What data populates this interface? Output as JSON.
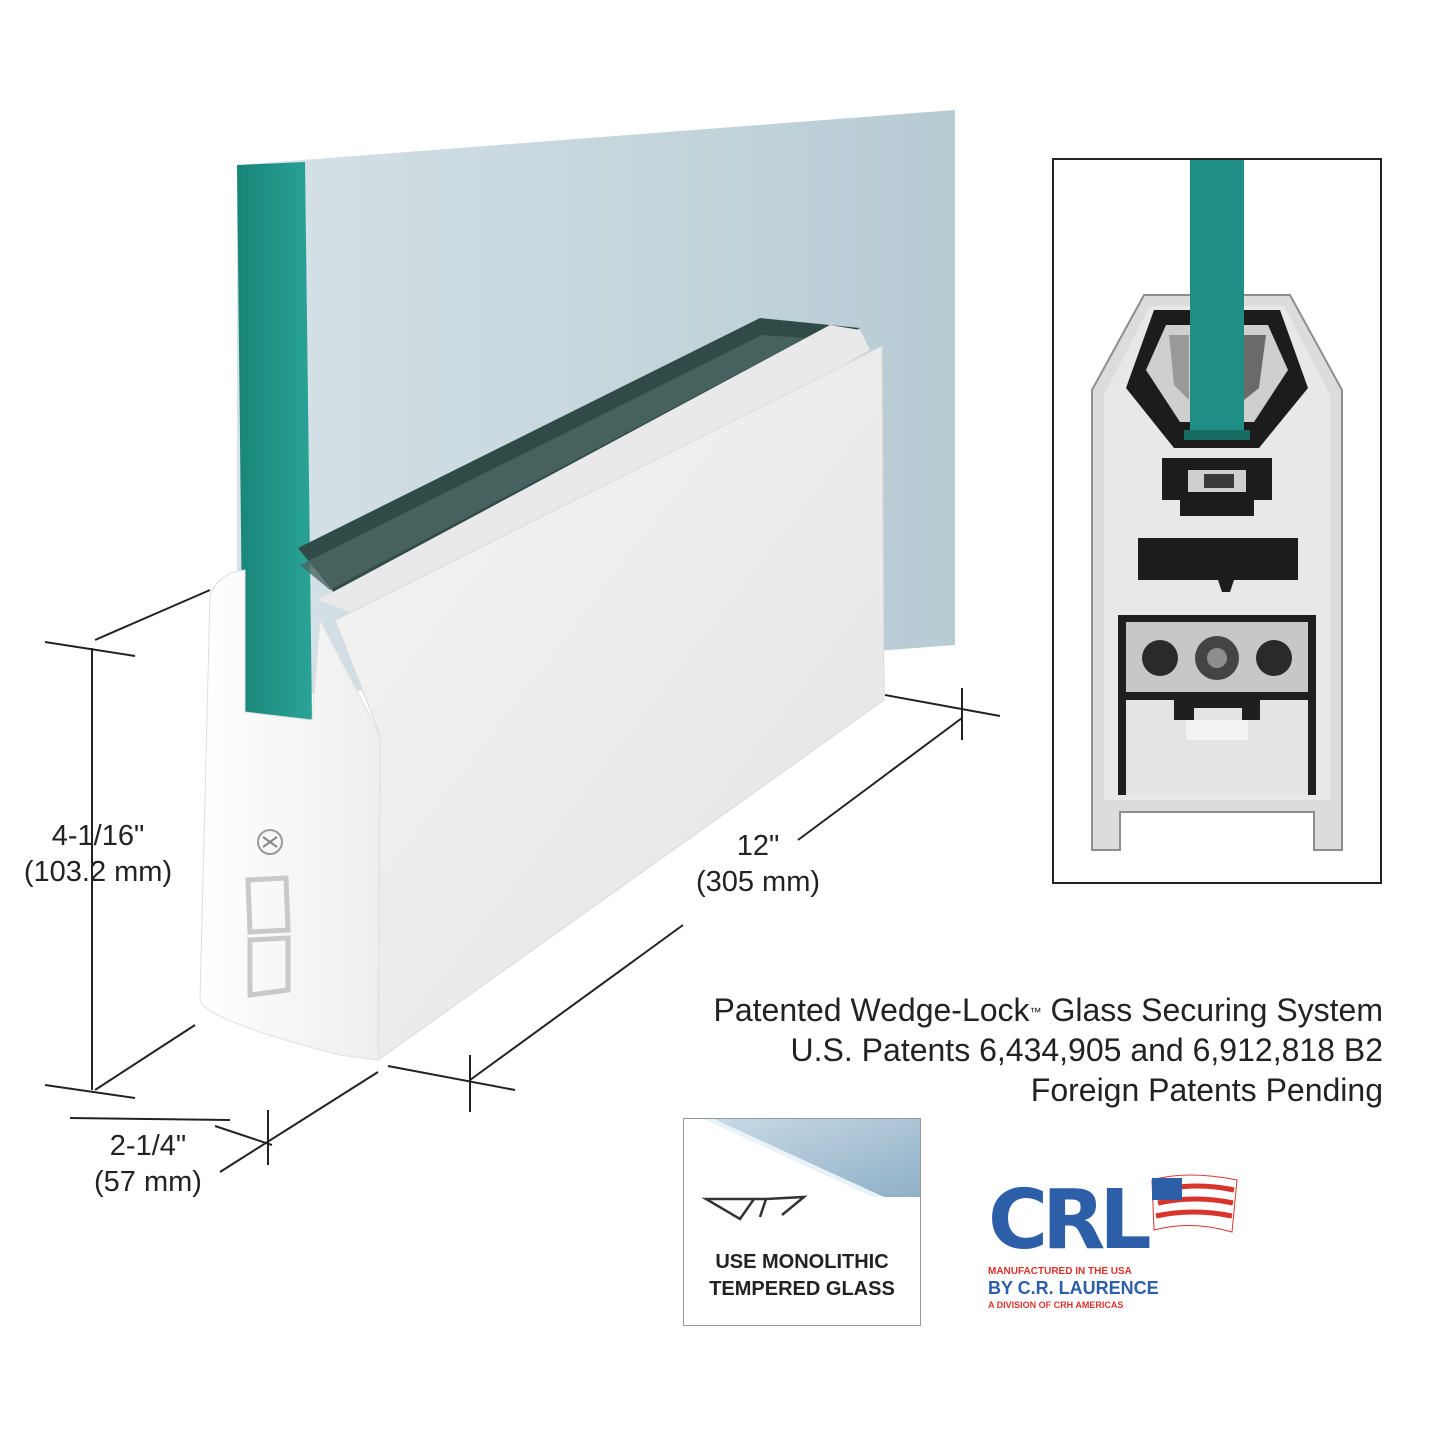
{
  "dimensions": {
    "height": {
      "imperial": "4-1/16\"",
      "metric": "(103.2 mm)"
    },
    "length": {
      "imperial": "12\"",
      "metric": "(305 mm)"
    },
    "width": {
      "imperial": "2-1/4\"",
      "metric": "(57 mm)"
    }
  },
  "patent_text": {
    "line1_a": "Patented Wedge-Lock",
    "line1_tm": "™",
    "line1_b": " Glass Securing System",
    "line2": "U.S. Patents 6,434,905 and 6,912,818 B2",
    "line3": "Foreign Patents Pending"
  },
  "glass_badge": {
    "line1": "USE MONOLITHIC",
    "line2": "TEMPERED GLASS"
  },
  "logo": {
    "brand": "CRL",
    "tagline": "MANUFACTURED IN THE USA",
    "byline": "BY C.R. LAURENCE",
    "footer": "A DIVISION OF CRH AMERICAS"
  },
  "colors": {
    "glass_edge": "#1f8f86",
    "glass_face": "#c6d6dd",
    "base_shoe": "#f3f3f3",
    "logo_blue": "#2d5fa8",
    "logo_red": "#d8342c"
  }
}
